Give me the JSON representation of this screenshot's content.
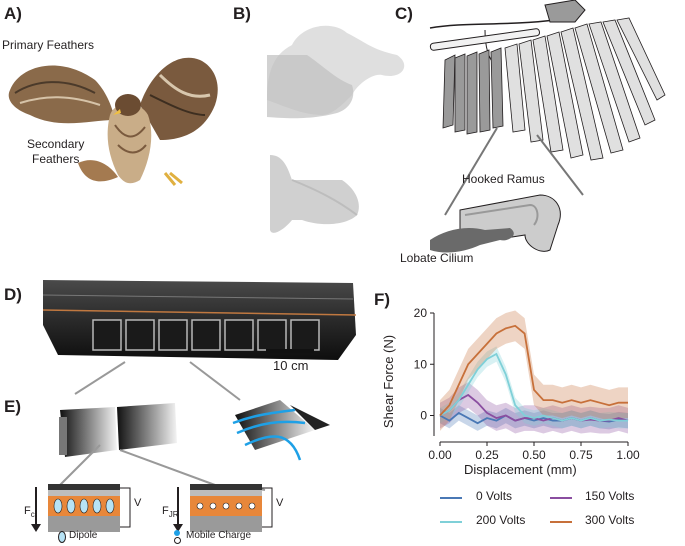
{
  "panels": {
    "a": "A)",
    "b": "B)",
    "c": "C)",
    "d": "D)",
    "e": "E)",
    "f": "F)"
  },
  "panel_a": {
    "primary_label": "Primary Feathers",
    "secondary_label_1": "Secondary",
    "secondary_label_2": "Feathers"
  },
  "panel_c": {
    "hooked_label": "Hooked Ramus",
    "lobate_label": "Lobate Cilium"
  },
  "panel_d": {
    "scale_label": "10 cm"
  },
  "panel_e": {
    "fc_label": "F",
    "fc_sub": "c",
    "fjr_label": "F",
    "fjr_sub": "JR",
    "v_label_1": "V",
    "v_label_2": "V",
    "dipole_label": "Dipole",
    "mobile_label": "Mobile Charge"
  },
  "colors": {
    "orange_layer": "#e8873a",
    "gray_electrode": "#9a9a9a",
    "blue_flow": "#1ea0e6"
  },
  "chart_data": {
    "type": "line",
    "xlabel": "Displacement (mm)",
    "ylabel": "Shear Force (N)",
    "xlim": [
      0,
      1.0
    ],
    "ylim": [
      -4,
      20
    ],
    "xticks": [
      "0.00",
      "0.25",
      "0.50",
      "0.75",
      "1.00"
    ],
    "yticks": [
      "0",
      "10",
      "20"
    ],
    "legend_position": "bottom",
    "series": [
      {
        "name": "0 Volts",
        "color": "#4a78b5",
        "x": [
          0,
          0.05,
          0.1,
          0.15,
          0.2,
          0.25,
          0.3,
          0.35,
          0.4,
          0.45,
          0.5,
          0.55,
          0.6,
          0.65,
          0.7,
          0.75,
          0.8,
          0.85,
          0.9,
          0.95,
          1.0
        ],
        "y": [
          0,
          -1,
          0.5,
          -0.5,
          -1.5,
          -0.5,
          -1,
          0,
          -1,
          -0.5,
          -1,
          -0.5,
          -1,
          -1,
          -0.5,
          -1,
          -0.5,
          -1,
          -1.2,
          -0.8,
          -1
        ],
        "band": 1.5
      },
      {
        "name": "150 Volts",
        "color": "#8a4ea0",
        "x": [
          0,
          0.05,
          0.1,
          0.15,
          0.2,
          0.25,
          0.3,
          0.35,
          0.4,
          0.45,
          0.5,
          0.55,
          0.6,
          0.65,
          0.7,
          0.75,
          0.8,
          0.85,
          0.9,
          0.95,
          1.0
        ],
        "y": [
          0,
          1,
          3,
          4,
          2.5,
          0.5,
          -0.5,
          0,
          -1,
          -0.5,
          -0.5,
          -1,
          -0.5,
          -1,
          -0.5,
          -1,
          -0.8,
          -1,
          -1,
          -0.5,
          -1
        ],
        "band": 2.5
      },
      {
        "name": "200 Volts",
        "color": "#7fd0d8",
        "x": [
          0,
          0.05,
          0.1,
          0.15,
          0.2,
          0.25,
          0.3,
          0.35,
          0.4,
          0.45,
          0.5,
          0.55,
          0.6,
          0.65,
          0.7,
          0.75,
          0.8,
          0.85,
          0.9,
          0.95,
          1.0
        ],
        "y": [
          0,
          1,
          3,
          6,
          9,
          11,
          12,
          8,
          2,
          0,
          -0.5,
          0,
          -0.5,
          -1,
          -0.5,
          -1,
          -0.5,
          -1,
          -0.8,
          -1,
          -1
        ],
        "band": 1.5
      },
      {
        "name": "300 Volts",
        "color": "#c7703a",
        "x": [
          0,
          0.05,
          0.1,
          0.15,
          0.2,
          0.25,
          0.3,
          0.35,
          0.4,
          0.45,
          0.5,
          0.55,
          0.6,
          0.65,
          0.7,
          0.75,
          0.8,
          0.85,
          0.9,
          0.95,
          1.0
        ],
        "y": [
          0,
          2,
          6,
          10,
          12,
          14,
          16,
          17,
          17.5,
          16,
          5,
          3,
          3,
          2.5,
          3,
          2.5,
          3,
          2.5,
          2,
          2.5,
          2.5
        ],
        "band": 3
      }
    ]
  }
}
